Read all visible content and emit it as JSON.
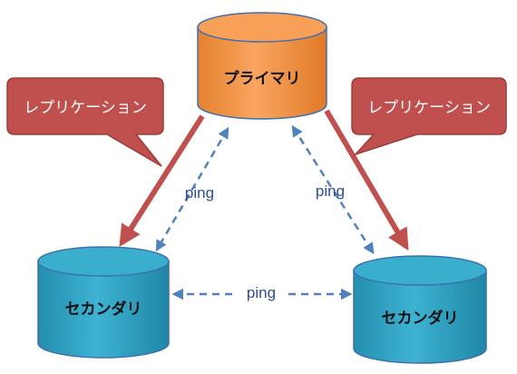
{
  "nodes": {
    "primary": {
      "label": "プライマリ"
    },
    "secondary_left": {
      "label": "セカンダリ"
    },
    "secondary_right": {
      "label": "セカンダリ"
    }
  },
  "callouts": {
    "left": {
      "label": "レプリケーション"
    },
    "right": {
      "label": "レプリケーション"
    }
  },
  "links": {
    "ping_left": {
      "label": "ping"
    },
    "ping_right": {
      "label": "ping"
    },
    "ping_bottom": {
      "label": "ping"
    }
  },
  "colors": {
    "primary_fill": "#f79646",
    "secondary_fill": "#31a3c3",
    "callout_fill": "#c0504d",
    "replication_arrow": "#c0504d",
    "ping_arrow": "#4f81bd",
    "ping_text": "#2e4f8f"
  }
}
